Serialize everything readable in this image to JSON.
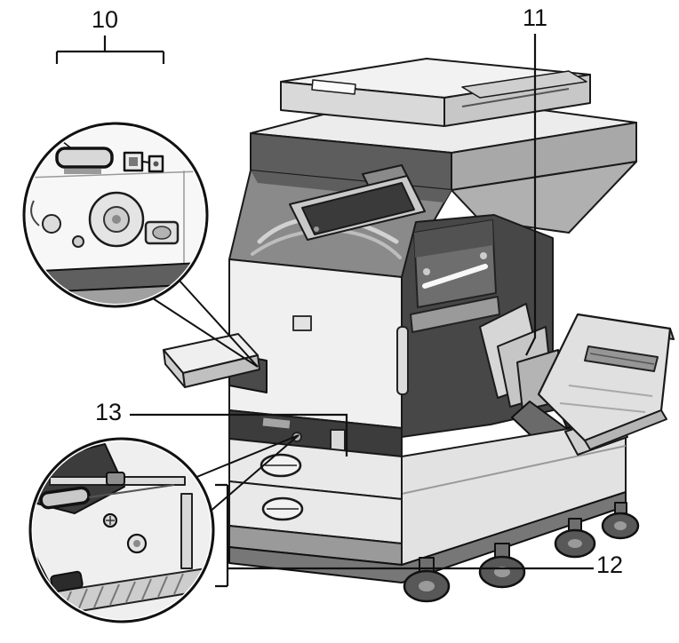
{
  "figure": {
    "type": "printer-parts-diagram",
    "callouts": {
      "c10": {
        "label": "10",
        "points_to": "magnified top-left detail circle (internal lever mechanism)"
      },
      "c11": {
        "label": "11",
        "points_to": "open right-side cover interior guides"
      },
      "c12": {
        "label": "12",
        "points_to": "magnified bottom-left detail circle (lower feed unit interior)"
      },
      "c13": {
        "label": "13",
        "points_to": "lower internal area of main unit"
      }
    }
  },
  "colors": {
    "outline": "#1a1a1a",
    "body_light": "#f0f0f0",
    "body_mid": "#c9c9c9",
    "body_dark": "#5d5d5d",
    "interior_dark": "#474747",
    "background": "#ffffff"
  }
}
